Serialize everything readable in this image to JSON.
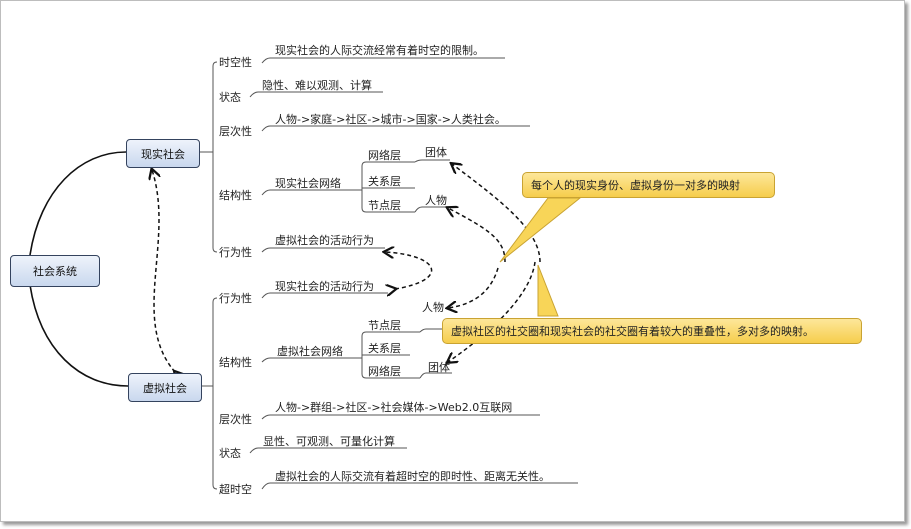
{
  "root": "社会系统",
  "real": {
    "title": "现实社会",
    "props": [
      "时空性",
      "状态",
      "层次性",
      "结构性",
      "行为性"
    ],
    "spacetime": "现实社会的人际交流经常有着时空的限制。",
    "state": "隐性、难以观测、计算",
    "hierarchy": "人物->家庭->社区->城市->国家->人类社会。",
    "network": "现实社会网络",
    "layers": [
      "网络层",
      "关系层",
      "节点层"
    ],
    "group": "团体",
    "person": "人物",
    "behavior": "虚拟社会的活动行为"
  },
  "virtual": {
    "title": "虚拟社会",
    "props": [
      "行为性",
      "结构性",
      "层次性",
      "状态",
      "超时空"
    ],
    "behavior": "现实社会的活动行为",
    "network": "虚拟社会网络",
    "layers": [
      "节点层",
      "关系层",
      "网络层"
    ],
    "person": "人物",
    "group": "团体",
    "hierarchy": "人物->群组->社区->社会媒体->Web2.0互联网",
    "state": "显性、可观测、可量化计算",
    "spacetime": "虚拟社会的人际交流有着超时空的即时性、距离无关性。"
  },
  "callouts": [
    "每个人的现实身份、虚拟身份一对多的映射",
    "虚拟社区的社交圈和现实社会的社交圈有着较大的重叠性，多对多的映射。"
  ]
}
